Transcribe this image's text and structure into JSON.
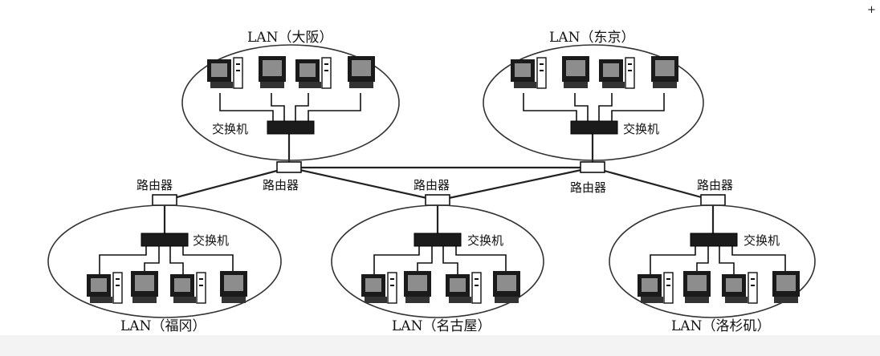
{
  "lans": [
    {
      "id": "osaka",
      "title": "LAN（大阪）",
      "switch_label": "交换机"
    },
    {
      "id": "tokyo",
      "title": "LAN（东京）",
      "switch_label": "交换机"
    },
    {
      "id": "fukuoka",
      "title": "LAN（福冈）",
      "switch_label": "交换机"
    },
    {
      "id": "nagoya",
      "title": "LAN（名古屋）",
      "switch_label": "交换机"
    },
    {
      "id": "la",
      "title": "LAN（洛杉矶）",
      "switch_label": "交换机"
    }
  ],
  "routers": [
    {
      "id": "fukuoka",
      "label": "路由器"
    },
    {
      "id": "osaka",
      "label": "路由器"
    },
    {
      "id": "nagoya",
      "label": "路由器"
    },
    {
      "id": "tokyo",
      "label": "路由器"
    },
    {
      "id": "la",
      "label": "路由器"
    }
  ]
}
